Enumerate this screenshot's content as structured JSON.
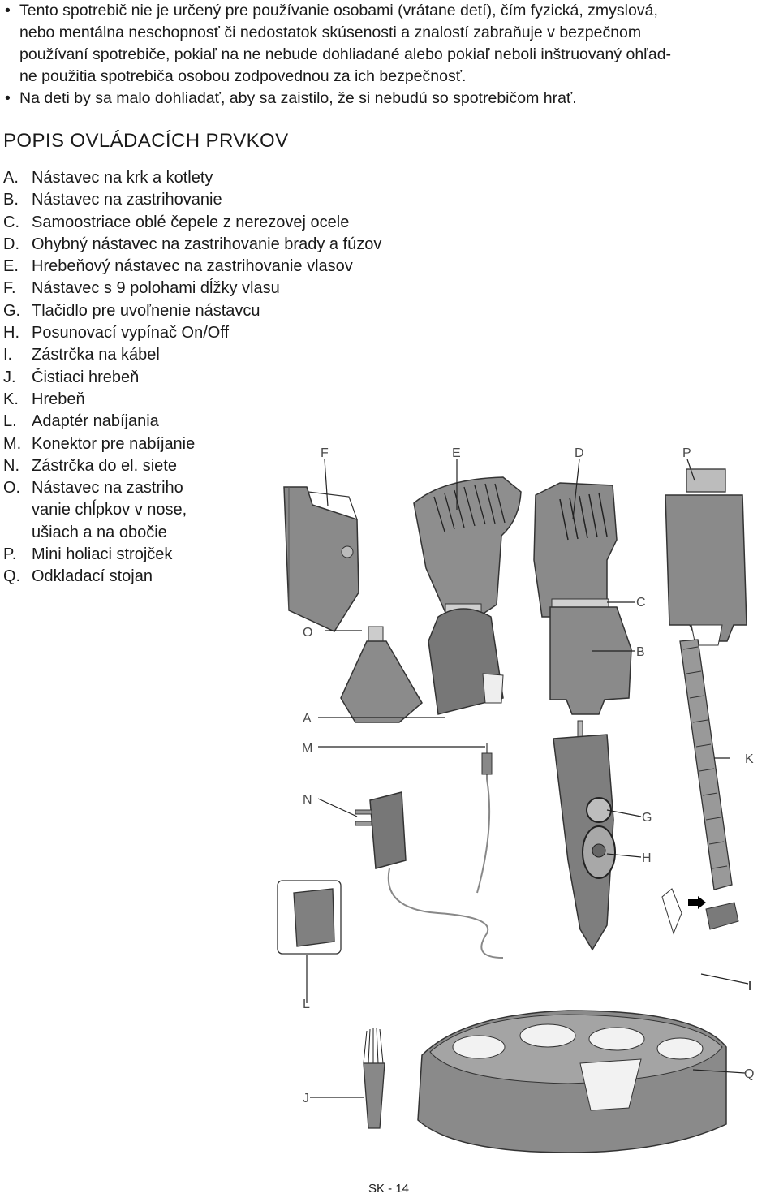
{
  "safety": {
    "bullet_char": "•",
    "items": [
      {
        "lines": [
          "Tento spotrebič nie je určený pre používanie osobami (vrátane detí), čím fyzická, zmyslová,",
          "nebo mentálna neschopnosť či nedostatok skúsenosti a znalostí zabraňuje v bezpečnom",
          "používaní spotrebiče, pokiaľ na ne nebude dohliadané alebo pokiaľ neboli inštruovaný ohľad-",
          "ne použitia spotrebiča osobou zodpovednou za ich bezpečnosť."
        ]
      },
      {
        "lines": [
          "Na deti by sa  malo dohliadať, aby sa  zaistilo, že si nebudú so spotrebičom hrať."
        ]
      }
    ]
  },
  "heading": "POPIS OVLÁDACÍCH PRVKOV",
  "parts": [
    {
      "letter": "A.",
      "lines": [
        "Nástavec na krk a kotlety"
      ]
    },
    {
      "letter": "B.",
      "lines": [
        "Nástavec na zastrihovanie"
      ]
    },
    {
      "letter": "C.",
      "lines": [
        "Samoostriace oblé čepele z nerezovej ocele"
      ]
    },
    {
      "letter": "D.",
      "lines": [
        "Ohybný nástavec na zastrihovanie brady a fúzov"
      ]
    },
    {
      "letter": "E.",
      "lines": [
        "Hrebeňový nástavec na zastrihovanie vlasov"
      ]
    },
    {
      "letter": "F.",
      "lines": [
        "Nástavec s 9 polohami dĺžky vlasu"
      ]
    },
    {
      "letter": "G.",
      "lines": [
        "Tlačidlo pre uvoľnenie nástavcu"
      ]
    },
    {
      "letter": "H.",
      "lines": [
        "Posunovací vypínač On/Off"
      ]
    },
    {
      "letter": "I.",
      "lines": [
        "Zástrčka na kábel"
      ]
    },
    {
      "letter": "J.",
      "lines": [
        "Čistiaci hrebeň"
      ]
    },
    {
      "letter": "K.",
      "lines": [
        "Hrebeň"
      ]
    },
    {
      "letter": "L.",
      "lines": [
        "Adaptér nabíjania"
      ]
    },
    {
      "letter": "M.",
      "lines": [
        "Konektor pre nabíjanie"
      ]
    },
    {
      "letter": "N.",
      "lines": [
        "Zástrčka do el. siete"
      ]
    },
    {
      "letter": "O.",
      "lines": [
        "Nástavec na zastriho",
        "vanie chĺpkov v nose,",
        "ušiach a na obočie"
      ]
    },
    {
      "letter": "P.",
      "lines": [
        "Mini holiaci strojček"
      ]
    },
    {
      "letter": "Q.",
      "lines": [
        "Odkladací stojan"
      ]
    }
  ],
  "diagram": {
    "labels": {
      "F": "F",
      "E": "E",
      "D": "D",
      "P": "P",
      "C": "C",
      "O": "O",
      "B": "B",
      "A": "A",
      "M": "M",
      "K": "K",
      "N": "N",
      "G": "G",
      "H": "H",
      "I": "I",
      "L": "L",
      "J": "J",
      "Q": "Q"
    }
  },
  "footer": "SK - 14"
}
